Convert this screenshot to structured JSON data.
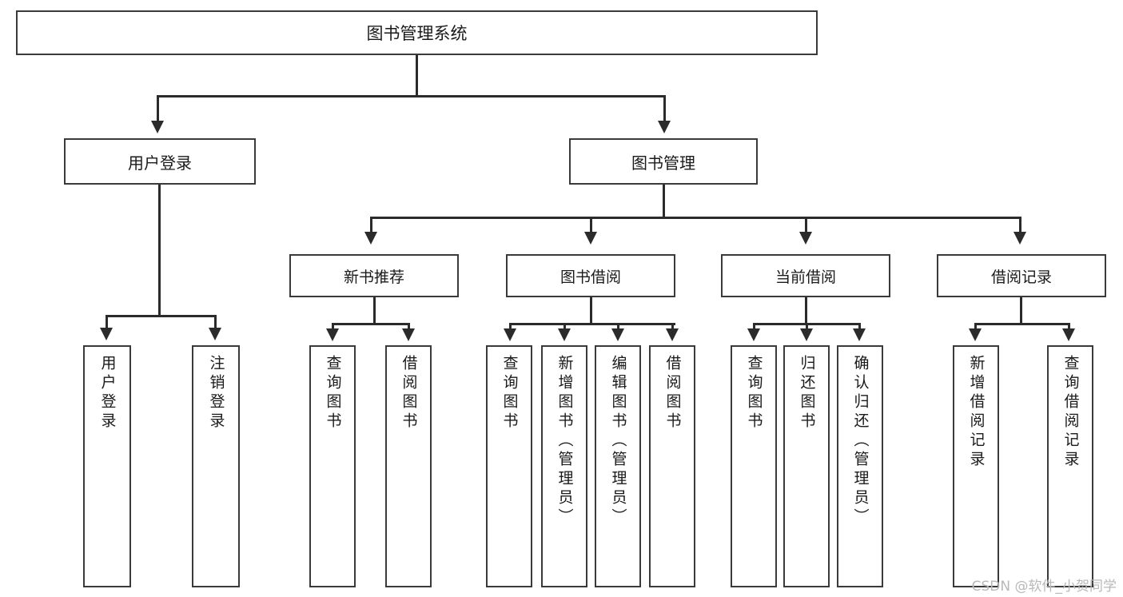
{
  "diagram": {
    "title": "图书管理系统",
    "type": "tree-hierarchy",
    "root": {
      "label": "图书管理系统"
    },
    "level2": [
      {
        "label": "用户登录"
      },
      {
        "label": "图书管理"
      }
    ],
    "level3": [
      {
        "label": "新书推荐"
      },
      {
        "label": "图书借阅"
      },
      {
        "label": "当前借阅"
      },
      {
        "label": "借阅记录"
      }
    ],
    "leaves": {
      "user_login": [
        {
          "label": "用户登录"
        },
        {
          "label": "注销登录"
        }
      ],
      "new_book_recommend": [
        {
          "label": "查询图书"
        },
        {
          "label": "借阅图书"
        }
      ],
      "book_borrow": [
        {
          "label": "查询图书"
        },
        {
          "label": "新增图书（管理员）"
        },
        {
          "label": "编辑图书（管理员）"
        },
        {
          "label": "借阅图书"
        }
      ],
      "current_borrow": [
        {
          "label": "查询图书"
        },
        {
          "label": "归还图书"
        },
        {
          "label": "确认归还（管理员）"
        }
      ],
      "borrow_record": [
        {
          "label": "新增借阅记录"
        },
        {
          "label": "查询借阅记录"
        }
      ]
    }
  },
  "watermark": {
    "text": "CSDN @软件_小贺同学"
  },
  "colors": {
    "box_border": "#3a3a3a",
    "line": "#2b2b2b",
    "background": "#ffffff",
    "text": "#1a1a1a",
    "watermark": "#b9b9b9"
  }
}
